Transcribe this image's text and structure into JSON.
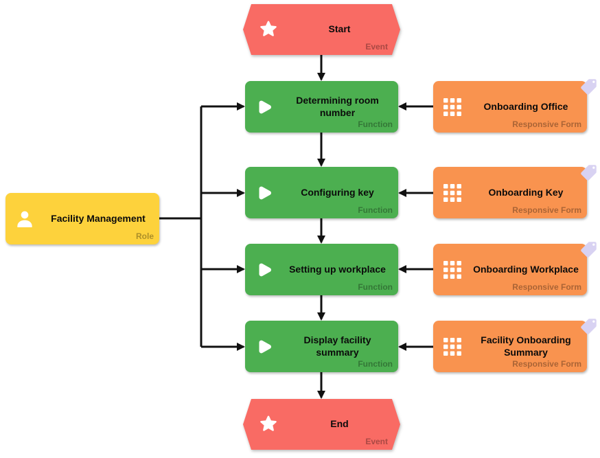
{
  "nodes": {
    "start": {
      "label": "Start",
      "type": "Event"
    },
    "end": {
      "label": "End",
      "type": "Event"
    },
    "role": {
      "label": "Facility Management",
      "type": "Role"
    },
    "functions": [
      {
        "label": "Determining room number",
        "type": "Function"
      },
      {
        "label": "Configuring key",
        "type": "Function"
      },
      {
        "label": "Setting up workplace",
        "type": "Function"
      },
      {
        "label": "Display facility summary",
        "type": "Function"
      }
    ],
    "forms": [
      {
        "label": "Onboarding Office",
        "type": "Responsive Form"
      },
      {
        "label": "Onboarding Key",
        "type": "Responsive Form"
      },
      {
        "label": "Onboarding Workplace",
        "type": "Responsive Form"
      },
      {
        "label": "Facility Onboarding Summary",
        "type": "Responsive Form"
      }
    ]
  },
  "icons": {
    "event": "star-icon",
    "function": "play-icon",
    "form": "grid-icon",
    "role": "person-icon",
    "form_badge": "tag-icon"
  },
  "colors": {
    "event": "#F96B64",
    "function": "#4CAF50",
    "form": "#F9934F",
    "role": "#FDD23C",
    "tag_badge": "#D8D2F2",
    "connector": "#111111",
    "label_text": "#0B0B0B"
  }
}
